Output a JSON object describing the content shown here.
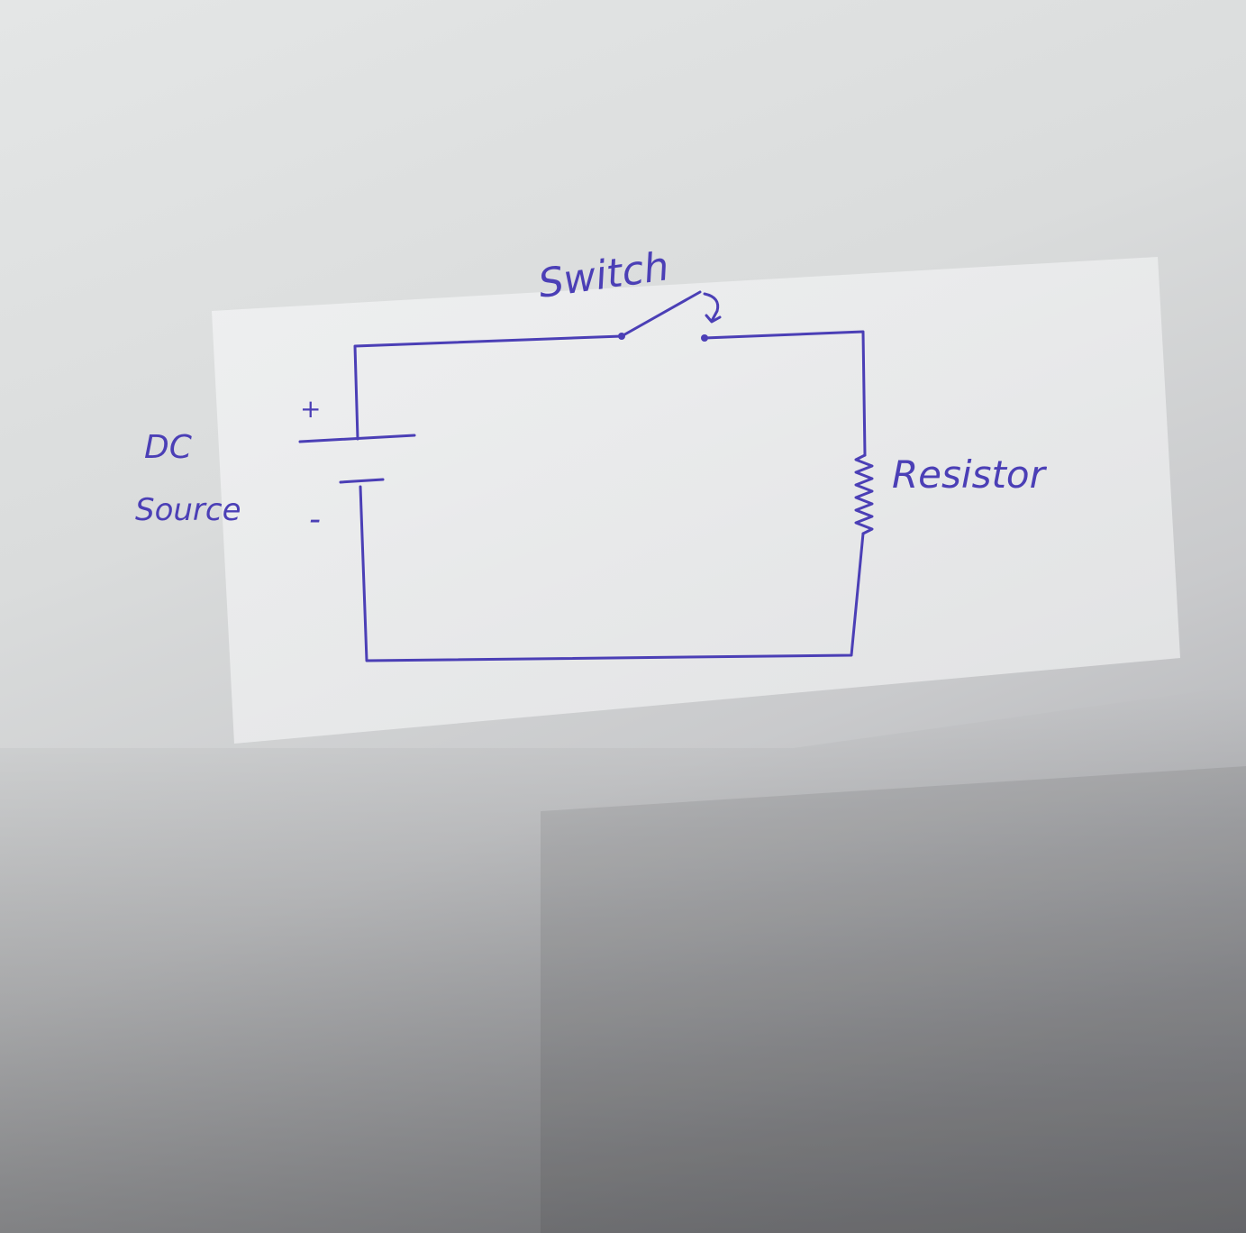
{
  "diagram": {
    "labels": {
      "switch": "Switch",
      "resistor": "Resistor",
      "source_line1": "DC",
      "source_line2": "Source",
      "plus": "+",
      "minus": "-"
    },
    "colors": {
      "ink": "#4b3fb6",
      "paper": "#eeeff0",
      "shadow": "#8d8e93"
    }
  }
}
